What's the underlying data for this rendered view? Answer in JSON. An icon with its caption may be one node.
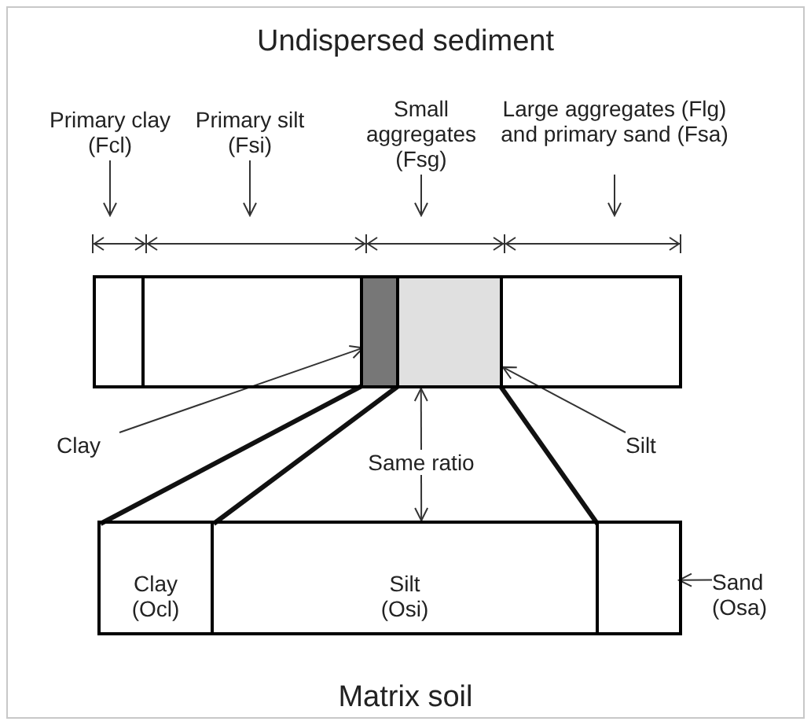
{
  "diagram": {
    "title": "Undispersed sediment",
    "caption": "Matrix soil",
    "nodes": [
      {
        "text": [
          "Primary clay (Fcl)"
        ]
      },
      {
        "text": [
          "Primary silt (Fsi)"
        ]
      },
      {
        "text": [
          "Small aggregates (Fsg)"
        ]
      },
      {
        "text": [
          "Large aggregates (Flg) and primary sand (Fsa)"
        ]
      },
      {
        "text": [],
        "shape": "box"
      },
      {
        "text": [],
        "shape": "box",
        "in": 4
      },
      {
        "text": [],
        "shape": "box",
        "in": 4
      },
      {
        "text": [],
        "shape": "box",
        "in": 4
      },
      {
        "text": [],
        "shape": "box",
        "in": 4
      },
      {
        "text": [],
        "shape": "box",
        "in": 4
      },
      {
        "text": [
          "Clay"
        ]
      },
      {
        "text": [
          "Silt"
        ]
      },
      {
        "text": [
          "Same ratio"
        ]
      },
      {
        "text": [],
        "shape": "box"
      },
      {
        "text": [
          "Clay (Ocl)"
        ],
        "in": 13
      },
      {
        "text": [
          "Silt (Osi)"
        ],
        "in": 13
      },
      {
        "text": [],
        "shape": "box",
        "in": 13
      },
      {
        "text": [
          "Sand (Osa)"
        ]
      }
    ],
    "edges": [
      {
        "from": 0,
        "to": null,
        "arrow": "to"
      },
      {
        "from": 1,
        "to": null,
        "arrow": "to"
      },
      {
        "from": 2,
        "to": null,
        "arrow": "to"
      },
      {
        "from": 3,
        "to": null,
        "arrow": "to"
      },
      {
        "from": 10,
        "to": 7,
        "arrow": "to"
      },
      {
        "from": 11,
        "to": 8,
        "arrow": "to"
      },
      {
        "from": 12,
        "to": 4,
        "arrow": "to"
      },
      {
        "from": 12,
        "to": 13,
        "arrow": "to"
      },
      {
        "from": 17,
        "to": 16,
        "arrow": "to"
      },
      {
        "from": 7,
        "to": 14,
        "arrow": "none",
        "style": "thick"
      },
      {
        "from": 7,
        "to": 14,
        "arrow": "none",
        "style": "thick"
      },
      {
        "from": 8,
        "to": 16,
        "arrow": "none",
        "style": "thick"
      }
    ]
  }
}
